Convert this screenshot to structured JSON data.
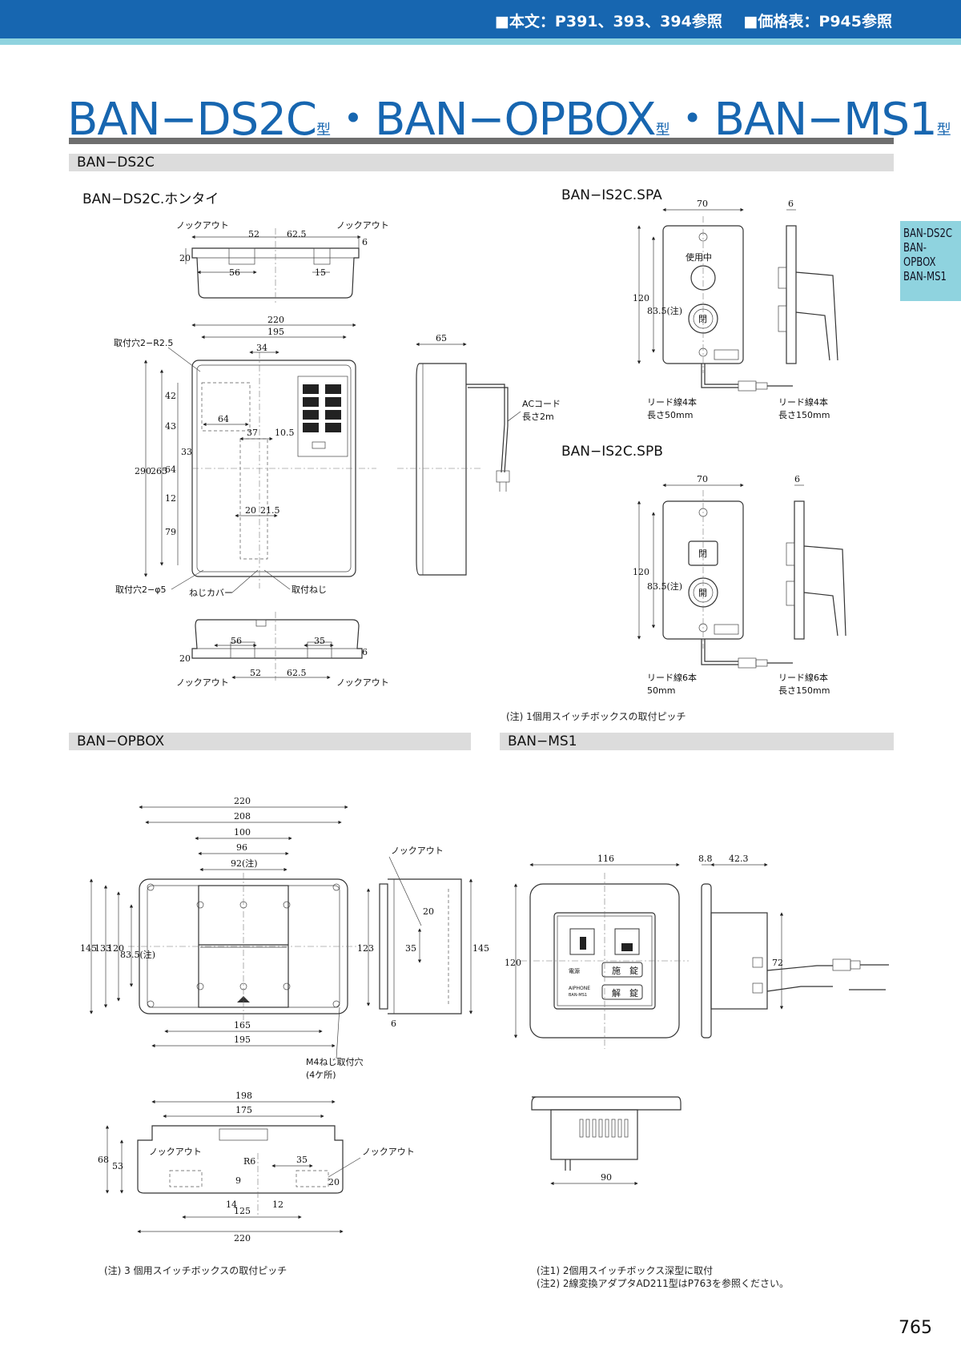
{
  "header": {
    "ref_main": "■本文：P391、393、394参照",
    "ref_price": "■価格表：P945参照"
  },
  "title": {
    "m1": "BAN−DS2C",
    "m2": "BAN−OPBOX",
    "m3": "BAN−MS1",
    "suffix": "型",
    "sep": "・"
  },
  "side_tab": {
    "l1": "BAN-DS2C",
    "l2": "BAN-",
    "l3": "OPBOX",
    "l4": "BAN-MS1"
  },
  "sections": {
    "ds2c": "BAN−DS2C",
    "opbox": "BAN−OPBOX",
    "ms1": "BAN−MS1"
  },
  "subtitles": {
    "hontai": "BAN−DS2C.ホンタイ",
    "spa": "BAN−IS2C.SPA",
    "spb": "BAN−IS2C.SPB"
  },
  "notes": {
    "spb": "(注) 1個用スイッチボックスの取付ピッチ",
    "opbox": "(注) 3 個用スイッチボックスの取付ピッチ",
    "ms1_1": "(注1) 2個用スイッチボックス深型に取付",
    "ms1_2": "(注2) 2線変換アダプタAD211型はP763を参照ください。"
  },
  "page_number": "765",
  "drawing": {
    "knockout": "ノックアウト",
    "mount_hole_r": "取付穴2−R2.5",
    "mount_hole_d": "取付穴2−φ5",
    "screw_cover": "ねじカバー",
    "mount_screw": "取付ねじ",
    "ac_cord": "ACコード",
    "ac_len": "長さ2m",
    "lead4": "リード線4本",
    "len50": "長さ50mm",
    "len150": "長さ150mm",
    "lead6": "リード線6本",
    "mm50": "50mm",
    "in_use": "使用中",
    "open": "開",
    "close": "閉",
    "m4": "M4ねじ取付穴",
    "four": "(4ケ所)",
    "lock": "施　錠",
    "unlock": "解　錠",
    "power": "電源",
    "brand": "AIPHONE",
    "model": "BAN-MS1"
  },
  "dims": {
    "d20": "20",
    "d52": "52",
    "d62_5": "62.5",
    "d6": "6",
    "d56": "56",
    "d15": "15",
    "d220": "220",
    "d195": "195",
    "d34": "34",
    "d65": "65",
    "d42": "42",
    "d43": "43",
    "d64": "64",
    "d37": "37",
    "d10_5": "10.5",
    "d33": "33",
    "d290": "290",
    "d265": "265",
    "d12": "12",
    "d79": "79",
    "d21_5": "21.5",
    "d35": "35",
    "d70": "70",
    "d120": "120",
    "d83_5n": "83.5(注)",
    "d208": "208",
    "d100": "100",
    "d96": "96",
    "d92n": "92(注)",
    "d145": "145",
    "d133": "133",
    "d123": "123",
    "d165": "165",
    "d198": "198",
    "d175": "175",
    "d68": "68",
    "d53": "53",
    "dR6": "R6",
    "d9": "9",
    "d14": "14",
    "d125": "125",
    "d116": "116",
    "d8_8": "8.8",
    "d42_3": "42.3",
    "d72": "72",
    "d90": "90"
  }
}
